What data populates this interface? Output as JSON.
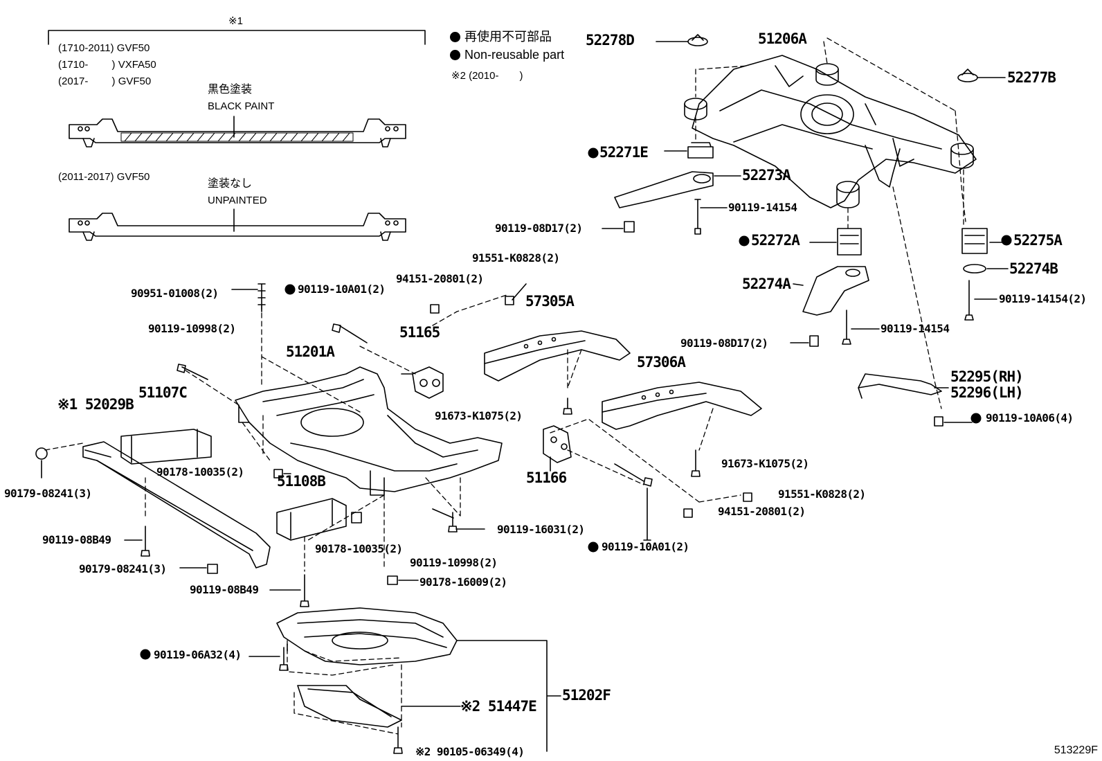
{
  "legend": {
    "jp": "再使用不可部品",
    "en": "Non-reusable part",
    "note2": "※2 (2010-　　)"
  },
  "inset": {
    "mark": "※1",
    "row1": "(1710-2011) GVF50",
    "row2": "(1710-　　 ) VXFA50",
    "row3": "(2017-　　 ) GVF50",
    "paint_jp": "黒色塗装",
    "paint_en": "BLACK PAINT",
    "row4": "(2011-2017) GVF50",
    "unpaint_jp": "塗装なし",
    "unpaint_en": "UNPAINTED"
  },
  "labels": {
    "p52278D": "52278D",
    "p51206A": "51206A",
    "p52277B": "52277B",
    "p52271E": "52271E",
    "p52273A": "52273A",
    "p90119_14154a": "90119-14154",
    "p90119_08D17a": "90119-08D17(2)",
    "p52272A": "52272A",
    "p52275A": "52275A",
    "p52274B": "52274B",
    "p52274A": "52274A",
    "p90119_14154b": "90119-14154(2)",
    "p90119_08D17b": "90119-08D17(2)",
    "p90119_14154c": "90119-14154",
    "p52295": "52295(RH)",
    "p52296": "52296(LH)",
    "p90119_10A06": "90119-10A06(4)",
    "p91551_K0828a": "91551-K0828(2)",
    "p94151_20801a": "94151-20801(2)",
    "p90951_01008": "90951-01008(2)",
    "p90119_10A01a": "90119-10A01(2)",
    "p57305A": "57305A",
    "p51165": "51165",
    "p90119_10998a": "90119-10998(2)",
    "p51201A": "51201A",
    "p57306A": "57306A",
    "p52029B": "※1 52029B",
    "p51107C": "51107C",
    "p91673_K1075a": "91673-K1075(2)",
    "p90178_10035a": "90178-10035(2)",
    "p90179_08241a": "90179-08241(3)",
    "p51108B": "51108B",
    "p51166": "51166",
    "p91673_K1075b": "91673-K1075(2)",
    "p91551_K0828b": "91551-K0828(2)",
    "p94151_20801b": "94151-20801(2)",
    "p90119_08B49a": "90119-08B49",
    "p90119_16031": "90119-16031(2)",
    "p90178_10035b": "90178-10035(2)",
    "p90119_10A01b": "90119-10A01(2)",
    "p90179_08241b": "90179-08241(3)",
    "p90119_10998b": "90119-10998(2)",
    "p90119_08B49b": "90119-08B49",
    "p90178_16009": "90178-16009(2)",
    "p90119_06A32": "90119-06A32(4)",
    "p51447E": "※2 51447E",
    "p51202F": "51202F",
    "p90105_06349": "※2 90105-06349(4)"
  },
  "figure_number": "513229F"
}
